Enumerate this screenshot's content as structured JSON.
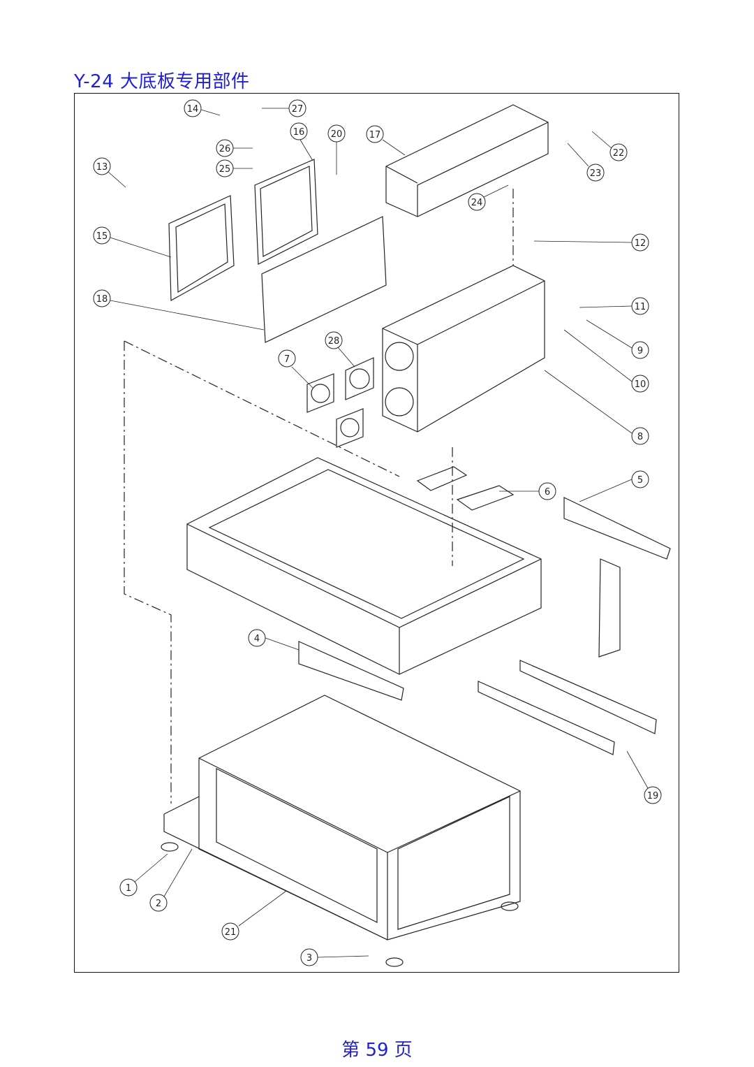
{
  "page": {
    "title": "Y-24 大底板专用部件",
    "footer": "第 59 页"
  },
  "callouts": [
    "1",
    "2",
    "3",
    "4",
    "5",
    "6",
    "7",
    "8",
    "9",
    "10",
    "11",
    "12",
    "13",
    "14",
    "15",
    "16",
    "17",
    "18",
    "19",
    "20",
    "21",
    "22",
    "23",
    "24",
    "25",
    "26",
    "27",
    "28"
  ],
  "colors": {
    "heading": "#1f1fd6",
    "line": "#222222"
  }
}
